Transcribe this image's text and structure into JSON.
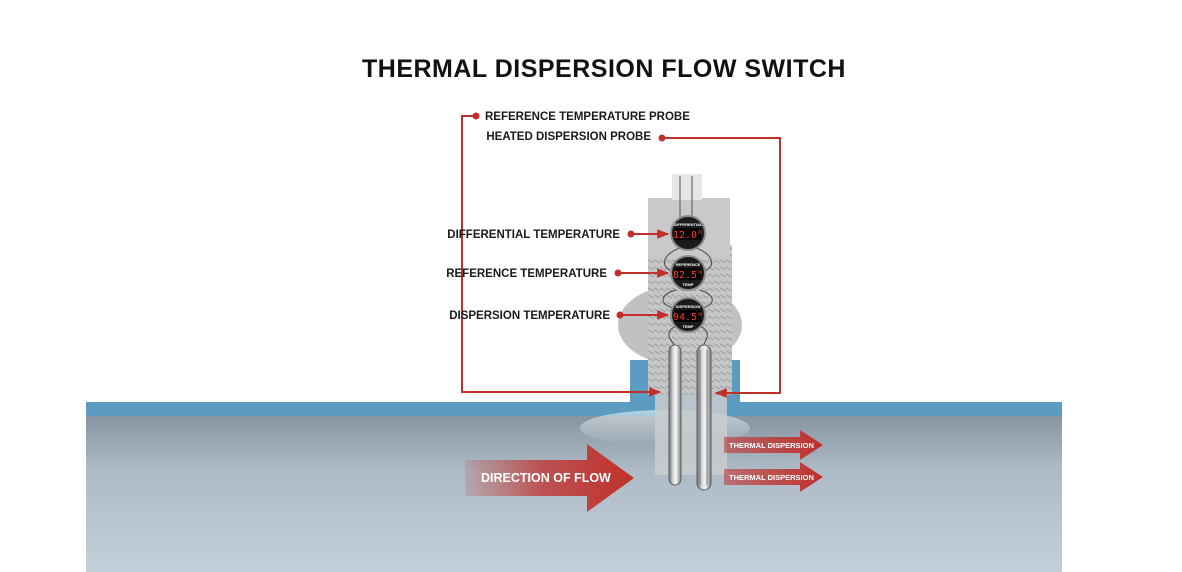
{
  "title": "THERMAL DISPERSION FLOW SWITCH",
  "callouts": {
    "reference_probe": "REFERENCE TEMPERATURE PROBE",
    "heated_probe": "HEATED DISPERSION PROBE",
    "differential": "DIFFERENTIAL TEMPERATURE",
    "reference_temp": "REFERENCE TEMPERATURE",
    "dispersion_temp": "DISPERSION TEMPERATURE"
  },
  "displays": [
    {
      "label": "DIFFERENTIAL",
      "value": "12.0°",
      "sub": ""
    },
    {
      "label": "REFERENCE",
      "value": "82.5°",
      "sub": "TEMP"
    },
    {
      "label": "DISPERSION",
      "value": "94.5°",
      "sub": "TEMP"
    }
  ],
  "flow": {
    "direction_label": "DIRECTION OF FLOW",
    "dispersion_arrows": [
      "THERMAL DISPERSION",
      "THERMAL DISPERSION"
    ]
  },
  "colors": {
    "accent_red": "#c0302b",
    "pipe_wall_blue": "#5b9cc0",
    "fluid_top": "#8a9aa6",
    "fluid_bottom": "#c4d0da",
    "housing_gray": "#c6c8ca",
    "display_red": "#ff3a2a"
  }
}
